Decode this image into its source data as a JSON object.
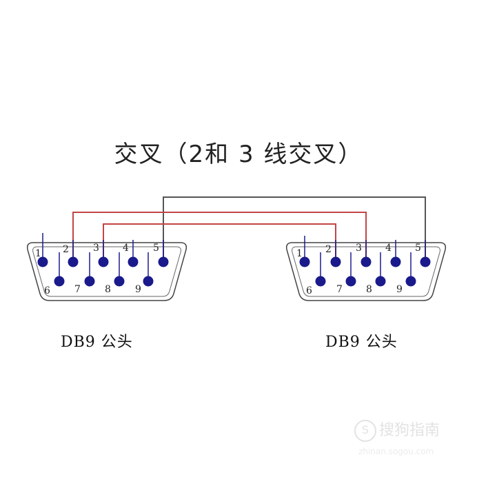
{
  "title": "交叉（2和 3 线交叉）",
  "connectors": [
    {
      "label": "DB9 公头",
      "pins_top": [
        "1",
        "2",
        "3",
        "4",
        "5"
      ],
      "pins_bottom": [
        "6",
        "7",
        "8",
        "9"
      ]
    },
    {
      "label": "DB9 公头",
      "pins_top": [
        "1",
        "2",
        "3",
        "4",
        "5"
      ],
      "pins_bottom": [
        "6",
        "7",
        "8",
        "9"
      ]
    }
  ],
  "watermark": {
    "text": "搜狗指南",
    "url": "zhinan.sogou.com"
  },
  "colors": {
    "pin": "#1a1a8c",
    "wire_signal": "#c24545",
    "wire_ground": "#555555",
    "outline": "#333333"
  }
}
